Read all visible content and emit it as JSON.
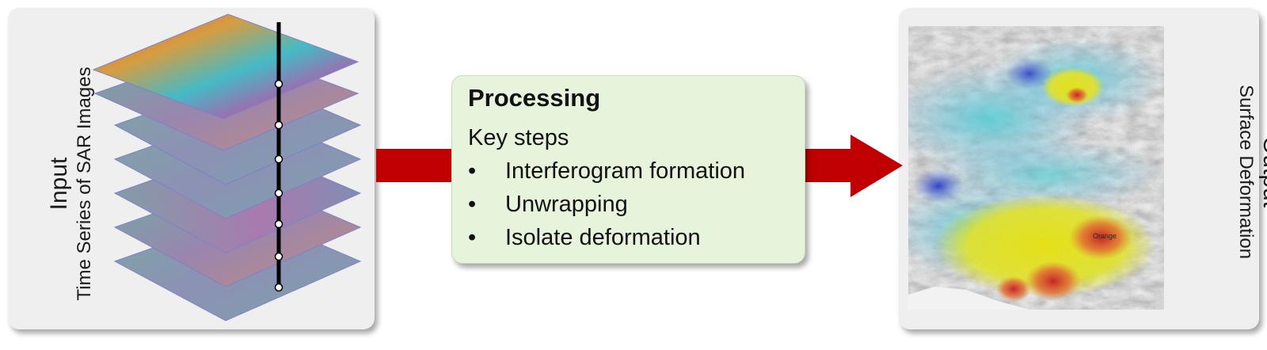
{
  "input": {
    "title": "Input",
    "subtitle": "Time Series of SAR Images"
  },
  "processing": {
    "title": "Processing",
    "subtitle": "Key steps",
    "steps": [
      "Interferogram formation",
      "Unwrapping",
      "Isolate deformation"
    ],
    "bullet": "•"
  },
  "output": {
    "title": "Output",
    "subtitle": "Surface Deformation",
    "map_label": "Orange"
  },
  "colors": {
    "arrow": "#c00000",
    "panel": "#efefef",
    "processing_box": "#e6f4dc"
  },
  "icons": {
    "arrow": "right-arrow-icon",
    "stack": "sar-image-stack",
    "map": "deformation-map"
  }
}
